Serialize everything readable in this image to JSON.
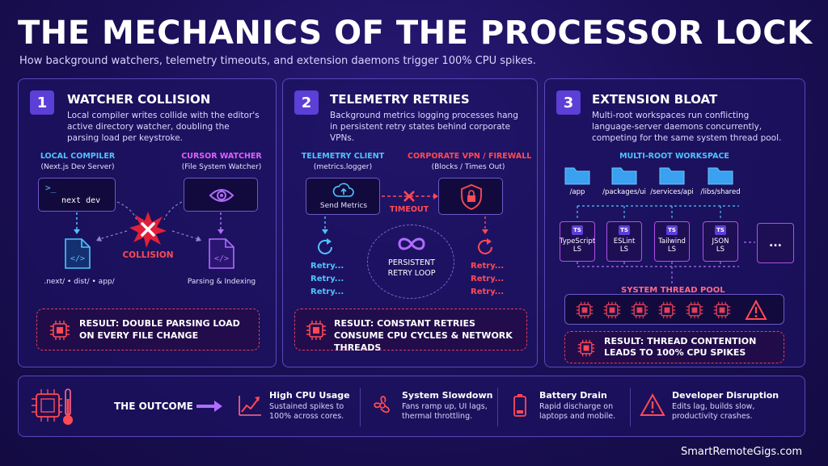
{
  "header": {
    "title": "THE MECHANICS OF THE PROCESSOR LOCK",
    "subtitle": "How background watchers, telemetry timeouts, and extension daemons trigger 100% CPU spikes."
  },
  "panels": [
    {
      "number": "1",
      "title": "WATCHER COLLISION",
      "description": "Local compiler writes collide with the editor's active directory watcher, doubling the parsing load per keystroke.",
      "left_label": "LOCAL COMPILER",
      "left_sub": "(Next.js Dev Server)",
      "terminal_prompt": ">_",
      "terminal_cmd": "next dev",
      "right_label": "CURSOR WATCHER",
      "right_sub": "(File System Watcher)",
      "collision_label": "COLLISION",
      "left_file_caption": ".next/ • dist/ • app/",
      "right_file_caption": "Parsing & Indexing",
      "result": "RESULT: DOUBLE PARSING LOAD ON EVERY FILE CHANGE"
    },
    {
      "number": "2",
      "title": "TELEMETRY RETRIES",
      "description": "Background metrics logging processes hang in persistent retry states behind corporate VPNs.",
      "left_label": "TELEMETRY CLIENT",
      "left_sub": "(metrics.logger)",
      "send_label": "Send Metrics",
      "timeout_label": "TIMEOUT",
      "right_label": "CORPORATE VPN / FIREWALL",
      "right_sub": "(Blocks / Times Out)",
      "retry_text": "Retry...",
      "loop_label": "PERSISTENT RETRY LOOP",
      "result": "RESULT: CONSTANT RETRIES CONSUME CPU CYCLES & NETWORK THREADS"
    },
    {
      "number": "3",
      "title": "EXTENSION BLOAT",
      "description": "Multi-root workspaces run conflicting language-server daemons concurrently, competing for the same system thread pool.",
      "workspace_label": "MULTI-ROOT WORKSPACE",
      "folders": [
        "/app",
        "/packages/ui",
        "/services/api",
        "/libs/shared"
      ],
      "servers": [
        {
          "badge": "TS",
          "name": "TypeScript",
          "suffix": "LS"
        },
        {
          "badge": "TS",
          "name": "ESLint",
          "suffix": "LS"
        },
        {
          "badge": "TS",
          "name": "Tailwind",
          "suffix": "LS"
        },
        {
          "badge": "TS",
          "name": "JSON",
          "suffix": "LS"
        }
      ],
      "more": "...",
      "pool_label": "SYSTEM THREAD POOL",
      "result": "RESULT: THREAD CONTENTION LEADS TO 100% CPU SPIKES"
    }
  ],
  "outcome": {
    "label": "THE OUTCOME",
    "items": [
      {
        "title": "High CPU Usage",
        "desc": "Sustained spikes to 100% across cores."
      },
      {
        "title": "System Slowdown",
        "desc": "Fans ramp up, UI lags, thermal throttling."
      },
      {
        "title": "Battery Drain",
        "desc": "Rapid discharge on laptops and mobile."
      },
      {
        "title": "Developer Disruption",
        "desc": "Edits lag, builds slow, productivity crashes."
      }
    ]
  },
  "footer": "SmartRemoteGigs.com",
  "colors": {
    "blue": "#4fc3ff",
    "pink": "#e060ff",
    "red": "#ff4a55",
    "purple": "#5b3fd6"
  }
}
